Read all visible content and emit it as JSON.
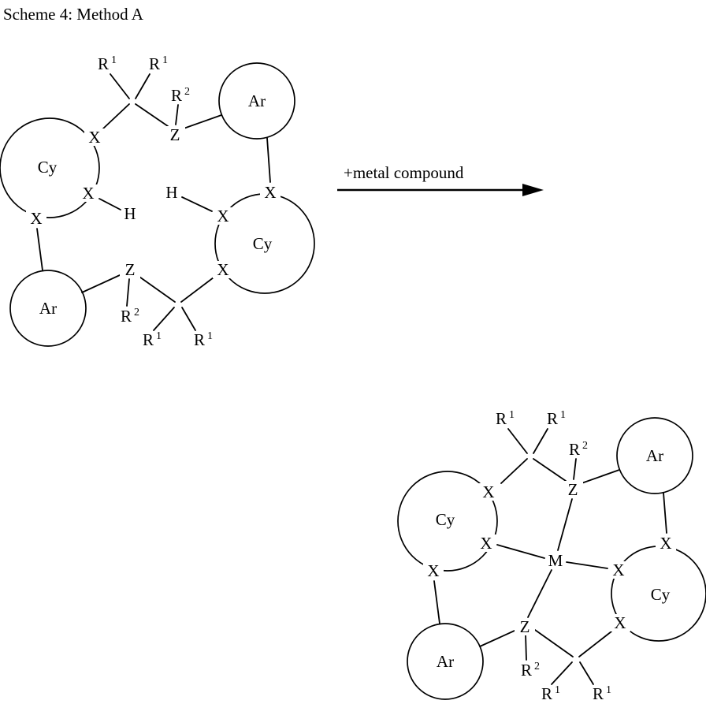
{
  "scheme": {
    "title": "Scheme 4: Method A",
    "arrow_label": "+metal compound"
  },
  "labels": {
    "r": "R",
    "sup1": "1",
    "sup2": "2",
    "x": "X",
    "z": "Z",
    "h": "H",
    "m": "M",
    "cy": "Cy",
    "ar": "Ar"
  },
  "colors": {
    "ink": "#000000",
    "background": "#ffffff"
  }
}
